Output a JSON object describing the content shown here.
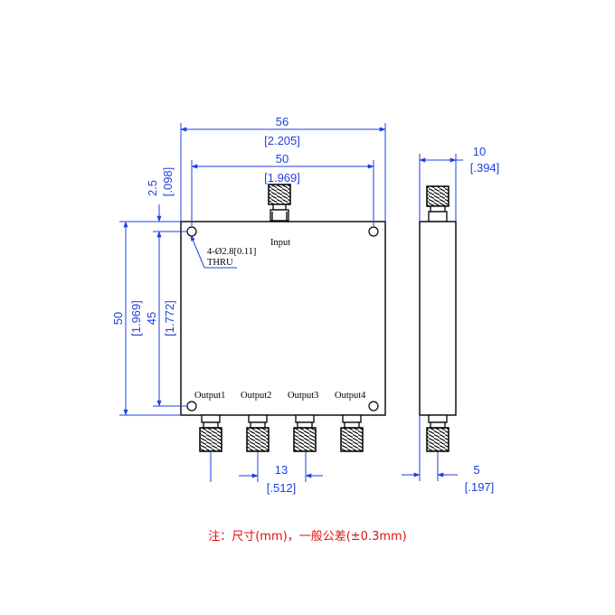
{
  "colors": {
    "dimension": "#1f3fe0",
    "outline": "#000000",
    "note": "#e01010",
    "body_fill": "#ffffff"
  },
  "dimensions": {
    "overall_width": {
      "mm": "56",
      "inch": "[2.205]"
    },
    "hole_spacing_x": {
      "mm": "50",
      "inch": "[1.969]"
    },
    "edge_offset": {
      "mm": "2.5",
      "inch": "[.098]"
    },
    "overall_height": {
      "mm": "50",
      "inch": "[1.969]"
    },
    "hole_spacing_y": {
      "mm": "45",
      "inch": "[1.772]"
    },
    "thickness": {
      "mm": "10",
      "inch": "[.394]"
    },
    "connector_pitch": {
      "mm": "13",
      "inch": "[.512]"
    },
    "connector_offset": {
      "mm": "5",
      "inch": "[.197]"
    }
  },
  "hole_callout": {
    "line1": "4-Ø2.8[0.11]",
    "line2": "THRU"
  },
  "ports": {
    "input": "Input",
    "outputs": [
      "Output1",
      "Output2",
      "Output3",
      "Output4"
    ]
  },
  "note": "注：尺寸(mm)，一般公差(±0.3mm)"
}
